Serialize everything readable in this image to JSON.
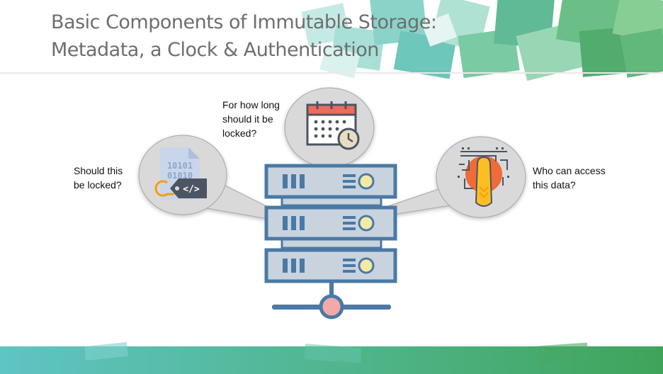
{
  "slide": {
    "title_lines": [
      "Basic Components of Immutable Storage:",
      "Metadata, a Clock & Authentication"
    ],
    "page_number": "7"
  },
  "bubbles": {
    "left": {
      "text_lines": [
        "Should this",
        "be locked?"
      ],
      "icon": "metadata-tag-icon",
      "icon_text": [
        "10101",
        "01010"
      ],
      "tag_text": "</>"
    },
    "top": {
      "text_lines": [
        "For how long",
        "should it be",
        "locked?"
      ],
      "icon": "calendar-clock-icon"
    },
    "right": {
      "text_lines": [
        "Who can access",
        "this data?"
      ],
      "icon": "fingerprint-touch-icon"
    }
  },
  "colors": {
    "title": "#6e6e6e",
    "server_frame": "#4a79a5",
    "server_body": "#c9d3de",
    "bubble": "#d9d9d9",
    "indicator": "#f3eba4",
    "hub": "#f2a9a9",
    "accent_teal": "#49b8b8",
    "accent_green": "#4caf6b"
  }
}
